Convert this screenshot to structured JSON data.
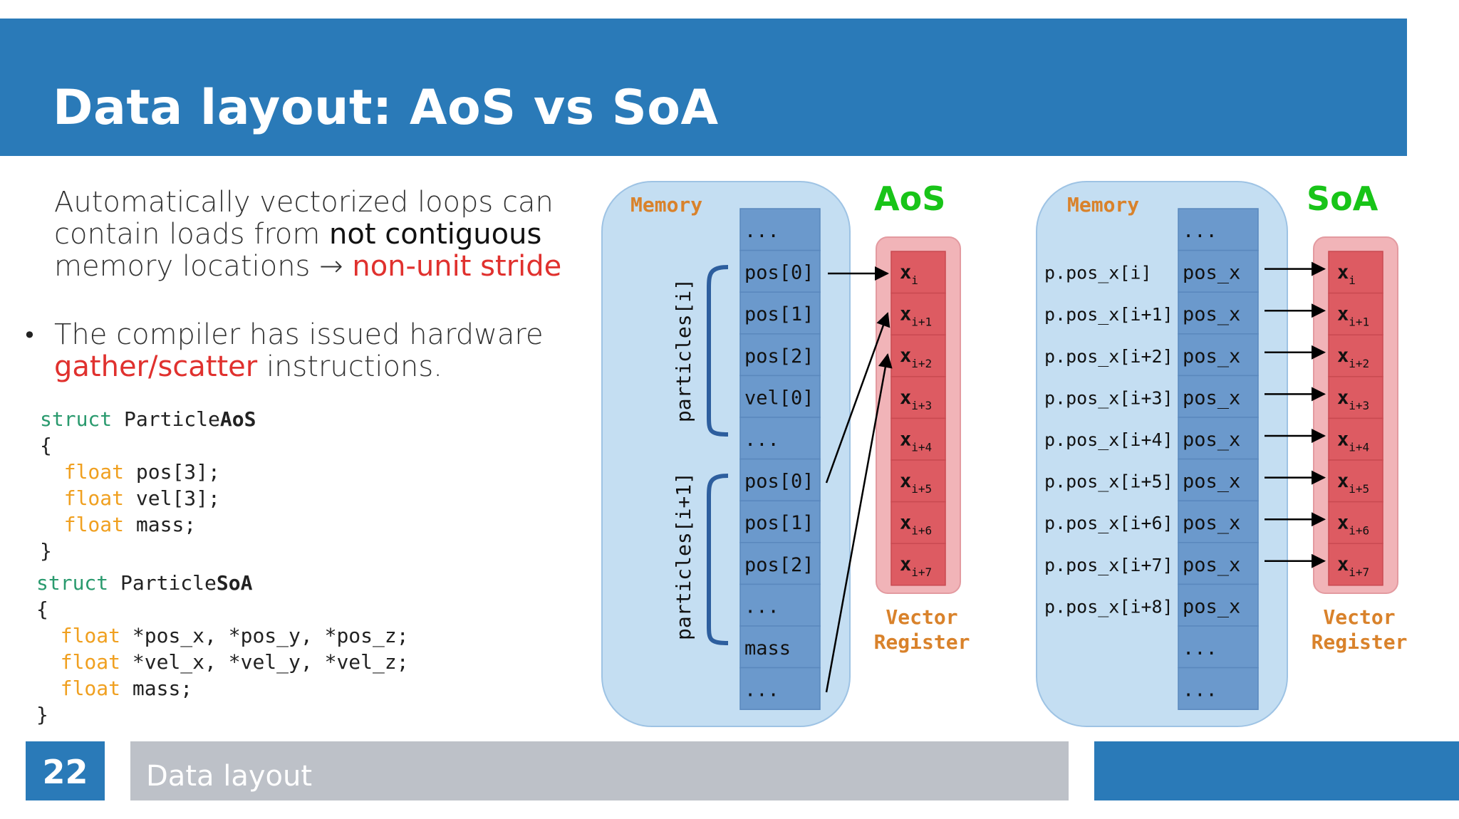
{
  "slide": {
    "title": "Data layout: AoS vs SoA",
    "paragraph": {
      "line1": "Automatically vectorized loops can",
      "line2_a": "contain loads from ",
      "line2_b": "not contiguous",
      "line3_a": "memory locations  → ",
      "line3_b": "non-unit stride"
    },
    "bullet": {
      "marker": "•",
      "line1": "The compiler has issued hardware",
      "line2_a": "gather/scatter",
      "line2_b": " instructions."
    },
    "code_aos": {
      "l1_kw": "struct",
      "l1_name": " Particle",
      "l1_bold": "AoS",
      "l2": "{",
      "l3_kw": "float",
      "l3_rest": " pos[3];",
      "l4_kw": "float",
      "l4_rest": " vel[3];",
      "l5_kw": "float",
      "l5_rest": " mass;",
      "l6": "}"
    },
    "code_soa": {
      "l1_kw": "struct",
      "l1_name": " Particle",
      "l1_bold": "SoA",
      "l2": "{",
      "l3_kw": "float",
      "l3_rest": " *pos_x, *pos_y, *pos_z;",
      "l4_kw": "float",
      "l4_rest": " *vel_x, *vel_y, *vel_z;",
      "l5_kw": "float",
      "l5_rest": " mass;",
      "l6": "}"
    },
    "footer": {
      "page_number": "22",
      "section": "Data layout"
    }
  },
  "diagram_aos": {
    "heading": "AoS",
    "memory_label": "Memory",
    "cells": [
      "...",
      "pos[0]",
      "pos[1]",
      "pos[2]",
      "vel[0]",
      "...",
      "pos[0]",
      "pos[1]",
      "pos[2]",
      "...",
      "mass",
      "..."
    ],
    "group_labels": [
      "particles[i]",
      "particles[i+1]"
    ],
    "register_base": "x",
    "register_subs": [
      "i",
      "i+1",
      "i+2",
      "i+3",
      "i+4",
      "i+5",
      "i+6",
      "i+7"
    ],
    "register_label_1": "Vector",
    "register_label_2": "Register"
  },
  "diagram_soa": {
    "heading": "SoA",
    "memory_label": "Memory",
    "cells": [
      "...",
      "pos_x",
      "pos_x",
      "pos_x",
      "pos_x",
      "pos_x",
      "pos_x",
      "pos_x",
      "pos_x",
      "pos_x",
      "...",
      "..."
    ],
    "row_labels": [
      "p.pos_x[i]",
      "p.pos_x[i+1]",
      "p.pos_x[i+2]",
      "p.pos_x[i+3]",
      "p.pos_x[i+4]",
      "p.pos_x[i+5]",
      "p.pos_x[i+6]",
      "p.pos_x[i+7]",
      "p.pos_x[i+8]"
    ],
    "register_base": "x",
    "register_subs": [
      "i",
      "i+1",
      "i+2",
      "i+3",
      "i+4",
      "i+5",
      "i+6",
      "i+7"
    ],
    "register_label_1": "Vector",
    "register_label_2": "Register"
  },
  "colors": {
    "header": "#2a7ab8",
    "heading_green": "#18c418",
    "memory_orange": "#d9822b",
    "memory_bg": "#c4def2",
    "cell_blue": "#6b99cc",
    "register_pink": "#f1b4b8",
    "register_red": "#dd5b62",
    "brace_blue": "#2d5e9e",
    "highlight_red": "#e0312e"
  }
}
